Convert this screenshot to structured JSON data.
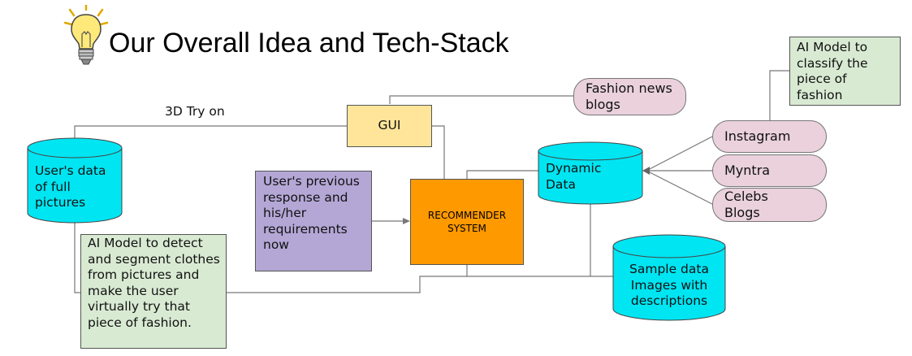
{
  "title": "Our Overall Idea and Tech-Stack",
  "nodes": {
    "gui": "GUI",
    "recommender_line1": "RECOMMENDER",
    "recommender_line2": "SYSTEM",
    "user_data": "User's data of full pictures",
    "user_response": "User's previous response and his/her requirements now",
    "ai_segment": "AI Model to detect and segment clothes from pictures and make the user virtually try that piece of fashion.",
    "dynamic_data": "Dynamic Data",
    "sample_data": "Sample data Images with descriptions",
    "ai_classify": "AI Model to classify the piece of fashion",
    "fashion_blogs": "Fashion news blogs",
    "instagram": "Instagram",
    "myntra": "Myntra",
    "celebs_blogs": "Celebs Blogs"
  },
  "edges": {
    "try_on": "3D Try on"
  },
  "colors": {
    "gui": "#ffe599",
    "recommender": "#ff9900",
    "cylinder": "#00e5f2",
    "user_response": "#b4a7d6",
    "ai_box": "#d9ead3",
    "pill": "#ead1dc"
  }
}
